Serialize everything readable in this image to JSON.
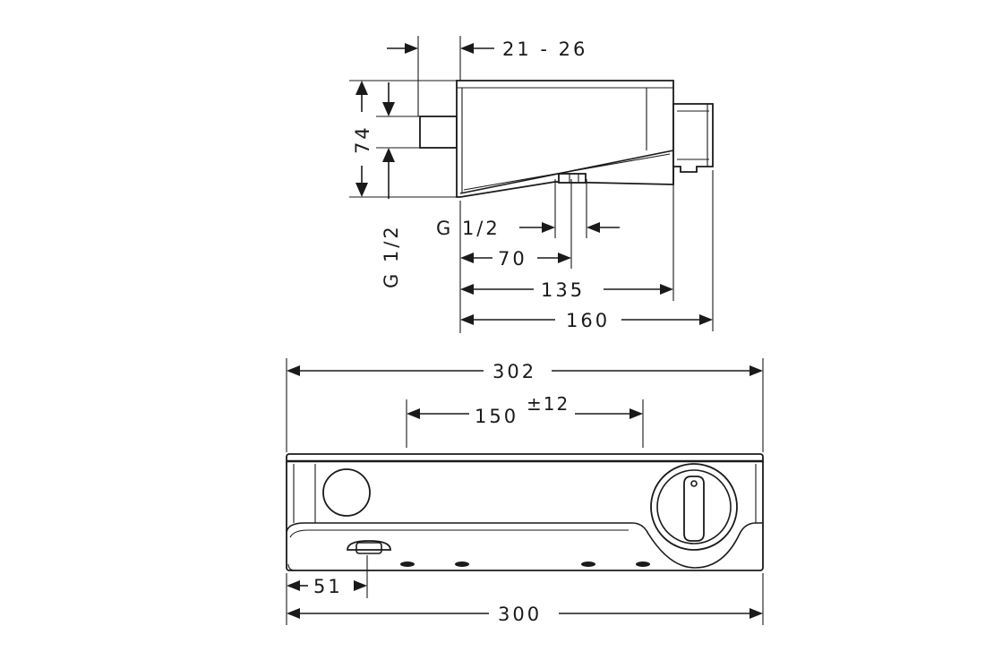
{
  "side_view": {
    "dim_wall_offset": "21  -  26",
    "dim_height": "74",
    "dim_thread_vertical": "G 1/2",
    "dim_thread_horizontal": "G 1/2",
    "dim_70": "70",
    "dim_135": "135",
    "dim_160": "160"
  },
  "front_view": {
    "dim_total_top": "302",
    "dim_spacing": "150",
    "dim_tolerance": "±12",
    "dim_offset_left": "51",
    "dim_total_bottom": "300"
  },
  "colors": {
    "line": "#1a1a1a",
    "background": "#ffffff"
  }
}
